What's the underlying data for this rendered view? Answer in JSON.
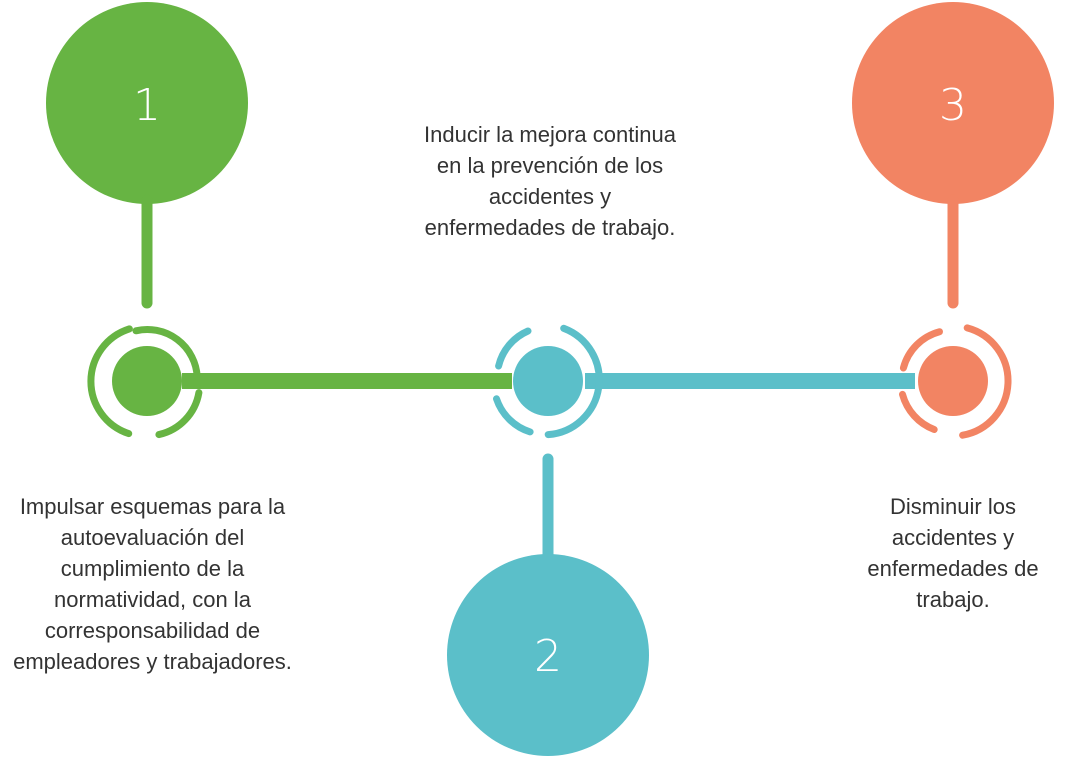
{
  "colors": {
    "green": "#67b443",
    "teal": "#5bbfc9",
    "orange": "#f28463",
    "text": "#333333",
    "number": "#ffffff"
  },
  "steps": [
    {
      "number": "1",
      "color": "green",
      "text": "Impulsar esquemas para la autoevaluación del cumplimiento de la normatividad, con la corresponsabilidad de empleadores y trabajadores."
    },
    {
      "number": "2",
      "color": "teal",
      "text": "Inducir la mejora continua en la prevención de los accidentes y enfermedades de trabajo."
    },
    {
      "number": "3",
      "color": "orange",
      "text": "Disminuir los accidentes y enfermedades de trabajo."
    }
  ]
}
